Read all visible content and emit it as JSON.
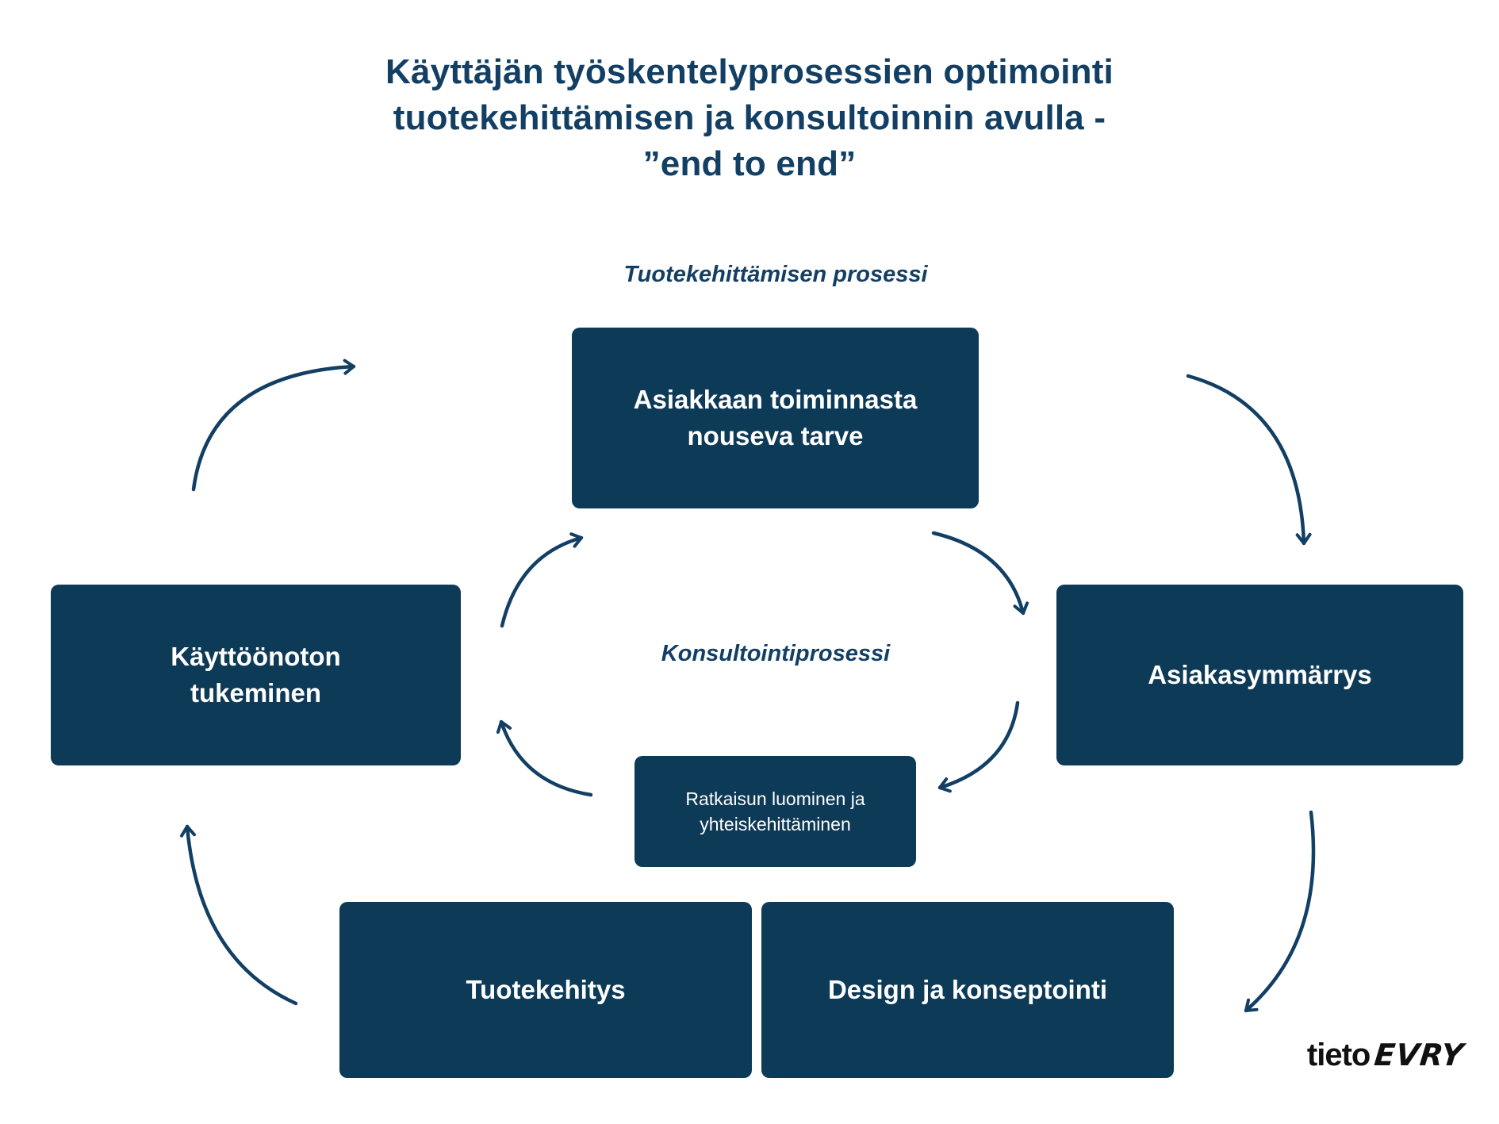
{
  "title": {
    "line1": "Käyttäjän työskentelyprosessien optimointi",
    "line2": "tuotekehittämisen ja konsultoinnin avulla -",
    "line3": "”end to end”"
  },
  "process_labels": {
    "outer": "Tuotekehittämisen prosessi",
    "inner": "Konsultointiprosessi"
  },
  "nodes": {
    "customer_need": "Asiakkaan toiminnasta nouseva tarve",
    "customer_understanding": "Asiakasymmärrys",
    "solution_cocreation": "Ratkaisun luominen ja yhteiskehittäminen",
    "product_development": "Tuotekehitys",
    "design_concepting": "Design ja konseptointi",
    "deployment_support": "Käyttöönoton tukeminen"
  },
  "logo": {
    "part1": "tieto",
    "part2": "EVRY"
  },
  "colors": {
    "navy": "#123f63",
    "box": "#0d3a57",
    "box_text": "#ffffff",
    "background": "#ffffff",
    "logo": "#111111"
  }
}
